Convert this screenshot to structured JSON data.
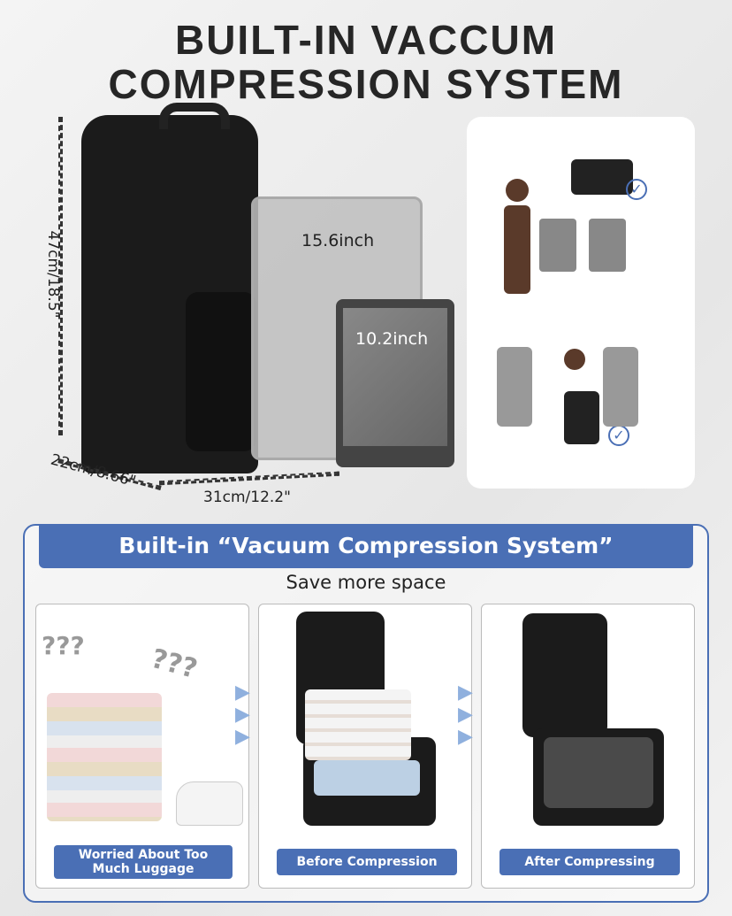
{
  "title": {
    "line1": "BUILT-IN VACCUM",
    "line2": "COMPRESSION SYSTEM"
  },
  "dimensions": {
    "height": "47cm/18.5\"",
    "depth": "22cm/8.66\"",
    "width": "31cm/12.2\""
  },
  "devices": {
    "laptop": "15.6inch",
    "tablet": "10.2inch"
  },
  "panel": {
    "banner": "Built-in “Vacuum Compression System”",
    "subtitle": "Save more space",
    "steps": [
      {
        "caption": "Worried About Too Much Luggage",
        "marks": "???"
      },
      {
        "caption": "Before Compression"
      },
      {
        "caption": "After Compressing"
      }
    ]
  },
  "colors": {
    "accent": "#4a6fb5"
  }
}
